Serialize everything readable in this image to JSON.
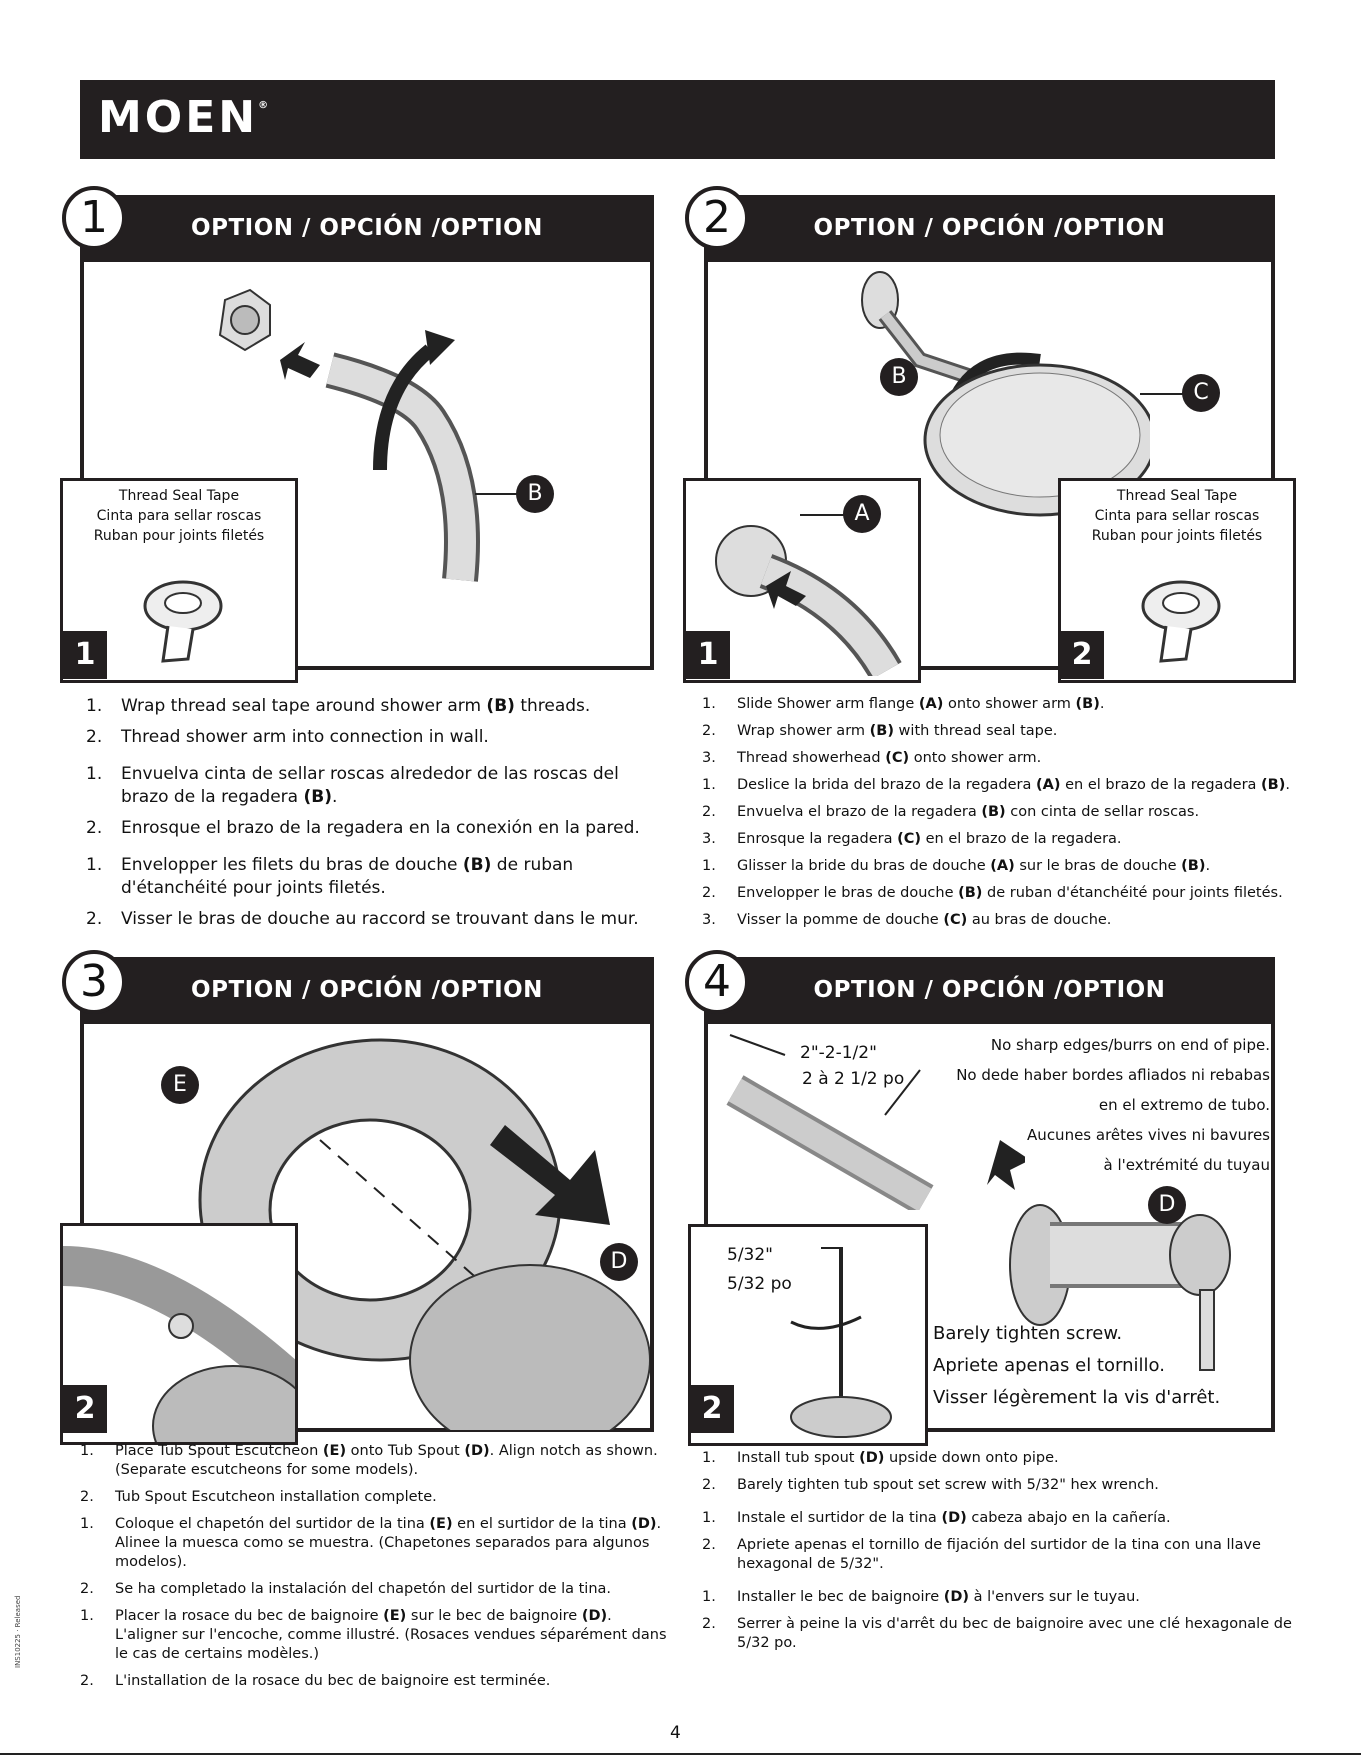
{
  "brand": {
    "logo": "MOEN"
  },
  "panels": {
    "p1": {
      "number": "1",
      "title": "OPTION / OPCIÓN /OPTION",
      "tape": [
        "Thread Seal Tape",
        "Cinta para sellar roscas",
        "Ruban pour joints filetés"
      ],
      "badge": "1",
      "callouts": [
        "B"
      ]
    },
    "p2": {
      "number": "2",
      "title": "OPTION / OPCIÓN /OPTION",
      "tape": [
        "Thread Seal Tape",
        "Cinta para sellar roscas",
        "Ruban pour joints filetés"
      ],
      "badges": [
        "1",
        "2"
      ],
      "callouts": [
        "B",
        "C",
        "A"
      ]
    },
    "p3": {
      "number": "3",
      "title": "OPTION / OPCIÓN /OPTION",
      "badge": "2",
      "callouts": [
        "E",
        "D"
      ]
    },
    "p4": {
      "number": "4",
      "title": "OPTION / OPCIÓN /OPTION",
      "badge": "2",
      "callouts": [
        "D"
      ],
      "dim": [
        "2\"-2-1/2\"",
        "2 à 2 1/2 po"
      ],
      "note": [
        "No sharp edges/burrs on end of pipe.",
        "No dede haber bordes afliados ni rebabas",
        "en el extremo de tubo.",
        "Aucunes arêtes vives ni bavures",
        "à l'extrémité du tuyau"
      ],
      "wrench": [
        "5/32\"",
        "5/32 po"
      ],
      "tighten": [
        "Barely tighten screw.",
        "Apriete apenas el tornillo.",
        "Visser légèrement la vis d'arrêt."
      ]
    }
  },
  "steps1": {
    "en": [
      {
        "n": "1.",
        "a": "Wrap thread seal tape around shower arm ",
        "b": "(B)",
        "c": " threads."
      },
      {
        "n": "2.",
        "a": "Thread shower arm into connection in wall."
      }
    ],
    "es": [
      {
        "n": "1.",
        "a": "Envuelva cinta de sellar roscas alrededor de las roscas del brazo de la regadera ",
        "b": "(B)",
        "c": "."
      },
      {
        "n": "2.",
        "a": "Enrosque el brazo de la regadera en la conexión en la pared."
      }
    ],
    "fr": [
      {
        "n": "1.",
        "a": "Envelopper les filets du bras de douche ",
        "b": "(B)",
        "c": " de ruban d'étanchéité pour joints filetés."
      },
      {
        "n": "2.",
        "a": "Visser le bras de douche au raccord se trouvant dans le mur."
      }
    ]
  },
  "steps2": [
    {
      "n": "1.",
      "a": "Slide Shower arm flange ",
      "b": "(A)",
      "c": " onto shower arm ",
      "d": "(B)",
      "e": "."
    },
    {
      "n": "2.",
      "a": "Wrap shower arm ",
      "b": "(B)",
      "c": " with thread seal tape."
    },
    {
      "n": "3.",
      "a": "Thread showerhead ",
      "b": "(C)",
      "c": " onto shower arm."
    },
    {
      "n": "1.",
      "a": "Deslice la brida del brazo de la regadera ",
      "b": "(A)",
      "c": " en el brazo de la regadera ",
      "d": "(B)",
      "e": "."
    },
    {
      "n": "2.",
      "a": "Envuelva el brazo de la regadera ",
      "b": "(B)",
      "c": " con cinta de sellar roscas."
    },
    {
      "n": "3.",
      "a": "Enrosque la regadera ",
      "b": "(C)",
      "c": " en el brazo de la regadera."
    },
    {
      "n": "1.",
      "a": "Glisser la bride du bras de douche ",
      "b": "(A)",
      "c": " sur le bras de douche ",
      "d": "(B)",
      "e": "."
    },
    {
      "n": "2.",
      "a": "Envelopper le bras de douche ",
      "b": "(B)",
      "c": " de ruban d'étanchéité pour joints filetés."
    },
    {
      "n": "3.",
      "a": "Visser la pomme de douche ",
      "b": "(C)",
      "c": " au bras de douche."
    }
  ],
  "steps3": [
    {
      "n": "1.",
      "a": "Place Tub Spout Escutcheon ",
      "b": "(E)",
      "c": " onto Tub Spout ",
      "d": "(D)",
      "e": ". Align notch as shown. (Separate escutcheons for some models)."
    },
    {
      "n": "2.",
      "a": "Tub Spout Escutcheon installation complete."
    },
    {
      "n": "1.",
      "a": "Coloque el chapetón del surtidor de la tina ",
      "b": "(E)",
      "c": " en el surtidor de la tina ",
      "d": "(D)",
      "e": ". Alinee la muesca como se muestra. (Chapetones separados para algunos modelos)."
    },
    {
      "n": "2.",
      "a": "Se ha completado la instalación del chapetón del surtidor de la tina."
    },
    {
      "n": "1.",
      "a": "Placer la rosace du bec de baignoire ",
      "b": "(E)",
      "c": " sur le bec de baignoire ",
      "d": "(D)",
      "e": ". L'aligner sur l'encoche, comme illustré. (Rosaces vendues séparément dans le cas de certains modèles.)"
    },
    {
      "n": "2.",
      "a": "L'installation de la rosace du bec de baignoire est terminée."
    }
  ],
  "steps4": [
    {
      "n": "1.",
      "a": "Install tub spout ",
      "b": "(D)",
      "c": " upside down onto pipe."
    },
    {
      "n": "2.",
      "a": "Barely tighten tub spout set screw with 5/32\" hex wrench."
    },
    {
      "n": "1.",
      "a": "Instale el surtidor de la tina ",
      "b": "(D)",
      "c": " cabeza abajo en la cañería."
    },
    {
      "n": "2.",
      "a": "Apriete apenas el tornillo de fijación del surtidor de la tina con una llave hexagonal de 5/32\"."
    },
    {
      "n": "1.",
      "a": "Installer le bec de baignoire ",
      "b": "(D)",
      "c": " à l'envers sur le tuyau."
    },
    {
      "n": "2.",
      "a": "Serrer à peine la vis d'arrêt du bec de baignoire avec une clé hexagonale de 5/32 po."
    }
  ],
  "page_number": "4",
  "side_code": "INS10225 · Released"
}
